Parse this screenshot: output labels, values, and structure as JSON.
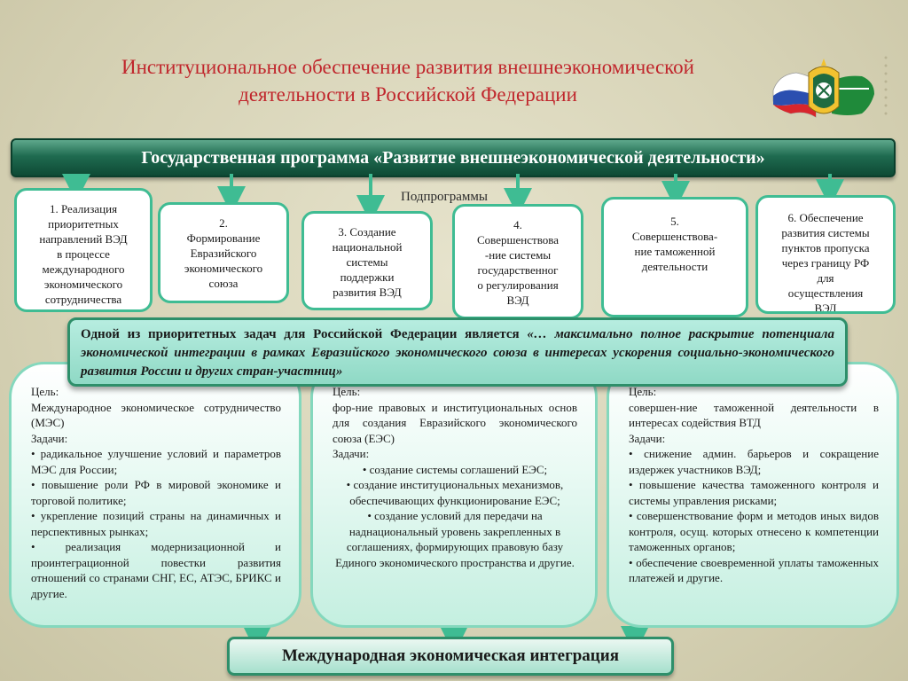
{
  "title": {
    "line1": "Институциональное обеспечение развития внешнеэкономической",
    "line2": "деятельности в Российской Федерации"
  },
  "program": "Государственная программа «Развитие внешнеэкономической деятельности»",
  "subprograms_label": "Подпрограммы",
  "subprograms": [
    {
      "lines": [
        "1. Реализация",
        "приоритетных",
        "направлений ВЭД",
        "в процессе",
        "международного",
        "экономического",
        "сотрудничества"
      ]
    },
    {
      "lines": [
        "2.",
        "Формирование",
        "Евразийского",
        "экономического",
        "союза"
      ]
    },
    {
      "lines": [
        "3. Создание",
        "национальной",
        "системы",
        "поддержки",
        "развития ВЭД"
      ]
    },
    {
      "lines": [
        "4.",
        "Совершенствова",
        "-ние системы",
        "государственног",
        "о регулирования",
        "ВЭД"
      ]
    },
    {
      "lines": [
        "5.",
        "Совершенствова-",
        "ние таможенной",
        "деятельности"
      ]
    },
    {
      "lines": [
        "6. Обеспечение",
        "развития системы",
        "пунктов пропуска",
        "через границу РФ",
        "для",
        "осуществления",
        "ВЭД"
      ]
    }
  ],
  "priority": {
    "lead": "Одной из приоритетных задач для Российской Федерации является",
    "quote": "«… максимально полное раскрытие потенциала экономической интеграции в рамках Евразийского экономического союза в интересах ускорения социально-экономического развития России и других стран-участниц»"
  },
  "goals": [
    {
      "goal_label": "Цель:",
      "goal_text": "Международное экономическое сотрудничество (МЭС)",
      "tasks_label": "Задачи:",
      "tasks": [
        "• радикальное улучшение условий и параметров МЭС для России;",
        "• повышение роли РФ в мировой экономике и торговой политике;",
        "• укрепление позиций страны на динамичных и перспективных рынках;",
        "• реализация модернизационной и проинтеграционной повестки развития отношений со странами СНГ, ЕС, АТЭС, БРИКС и другие."
      ]
    },
    {
      "goal_label": "Цель:",
      "goal_text": "фор-ние правовых и институциональных основ для создания Евразийского экономического союза (ЕЭС)",
      "tasks_label": "Задачи:",
      "tasks": [
        "• создание системы соглашений ЕЭС;",
        "• создание институциональных механизмов, обеспечивающих функционирование ЕЭС;",
        "• создание условий для передачи на наднациональный уровень закрепленных в соглашениях, формирующих правовую базу Единого экономического пространства и другие."
      ]
    },
    {
      "goal_label": "Цель:",
      "goal_text": "совершен-ние таможенной деятельности в интересах содействия ВТД",
      "tasks_label": "Задачи:",
      "tasks": [
        "• снижение админ. барьеров и сокращение издержек участников ВЭД;",
        "• повышение качества таможенного контроля и системы управления рисками;",
        "• совершенствование форм и методов иных видов контроля, осущ. которых отнесено к компетенции таможенных органов;",
        "• обеспечение своевременной уплаты таможенных платежей и другие."
      ]
    }
  ],
  "integration": "Международная экономическая интеграция",
  "colors": {
    "title": "#c0262c",
    "program_bar": "#1f6b50",
    "box_border": "#3fbc93",
    "arrow": "#3fbc93"
  }
}
